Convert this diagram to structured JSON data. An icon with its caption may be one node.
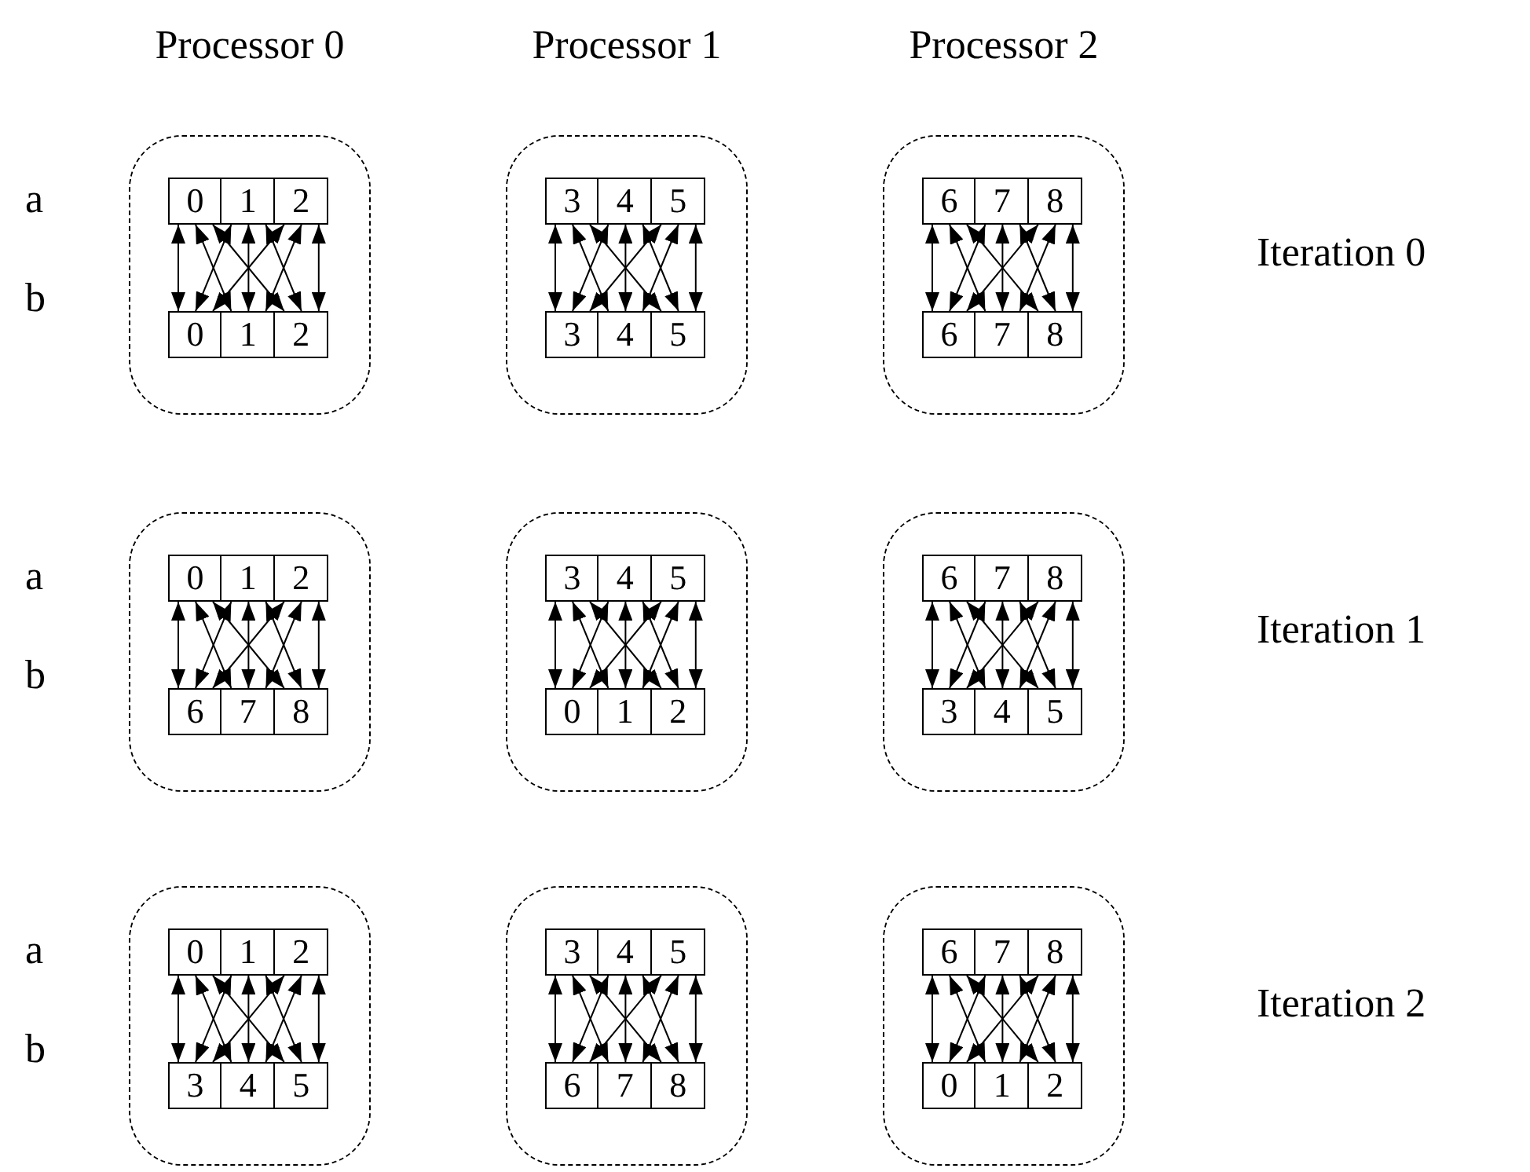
{
  "diagram": {
    "nodes": [
      {
        "text": [],
        "shape": "box"
      },
      {
        "text": [
          "0"
        ],
        "in": 0
      },
      {
        "text": [
          "1"
        ],
        "in": 0
      },
      {
        "text": [
          "2"
        ],
        "in": 0
      },
      {
        "text": [
          "0"
        ],
        "in": 0
      },
      {
        "text": [
          "1"
        ],
        "in": 0
      },
      {
        "text": [
          "2"
        ],
        "in": 0
      },
      {
        "text": [],
        "shape": "box"
      },
      {
        "text": [
          "3"
        ],
        "in": 7
      },
      {
        "text": [
          "4"
        ],
        "in": 7
      },
      {
        "text": [
          "5"
        ],
        "in": 7
      },
      {
        "text": [
          "3"
        ],
        "in": 7
      },
      {
        "text": [
          "4"
        ],
        "in": 7
      },
      {
        "text": [
          "5"
        ],
        "in": 7
      },
      {
        "text": [],
        "shape": "box"
      },
      {
        "text": [
          "6"
        ],
        "in": 14
      },
      {
        "text": [
          "7"
        ],
        "in": 14
      },
      {
        "text": [
          "8"
        ],
        "in": 14
      },
      {
        "text": [
          "6"
        ],
        "in": 14
      },
      {
        "text": [
          "7"
        ],
        "in": 14
      },
      {
        "text": [
          "8"
        ],
        "in": 14
      },
      {
        "text": [],
        "shape": "box"
      },
      {
        "text": [
          "0"
        ],
        "in": 21
      },
      {
        "text": [
          "1"
        ],
        "in": 21
      },
      {
        "text": [
          "2"
        ],
        "in": 21
      },
      {
        "text": [
          "6"
        ],
        "in": 21
      },
      {
        "text": [
          "7"
        ],
        "in": 21
      },
      {
        "text": [
          "8"
        ],
        "in": 21
      },
      {
        "text": [],
        "shape": "box"
      },
      {
        "text": [
          "3"
        ],
        "in": 28
      },
      {
        "text": [
          "4"
        ],
        "in": 28
      },
      {
        "text": [
          "5"
        ],
        "in": 28
      },
      {
        "text": [
          "0"
        ],
        "in": 28
      },
      {
        "text": [
          "1"
        ],
        "in": 28
      },
      {
        "text": [
          "2"
        ],
        "in": 28
      },
      {
        "text": [],
        "shape": "box"
      },
      {
        "text": [
          "6"
        ],
        "in": 35
      },
      {
        "text": [
          "7"
        ],
        "in": 35
      },
      {
        "text": [
          "8"
        ],
        "in": 35
      },
      {
        "text": [
          "3"
        ],
        "in": 35
      },
      {
        "text": [
          "4"
        ],
        "in": 35
      },
      {
        "text": [
          "5"
        ],
        "in": 35
      },
      {
        "text": [],
        "shape": "box"
      },
      {
        "text": [
          "0"
        ],
        "in": 42
      },
      {
        "text": [
          "1"
        ],
        "in": 42
      },
      {
        "text": [
          "2"
        ],
        "in": 42
      },
      {
        "text": [
          "3"
        ],
        "in": 42
      },
      {
        "text": [
          "4"
        ],
        "in": 42
      },
      {
        "text": [
          "5"
        ],
        "in": 42
      },
      {
        "text": [],
        "shape": "box"
      },
      {
        "text": [
          "3"
        ],
        "in": 49
      },
      {
        "text": [
          "4"
        ],
        "in": 49
      },
      {
        "text": [
          "5"
        ],
        "in": 49
      },
      {
        "text": [
          "6"
        ],
        "in": 49
      },
      {
        "text": [
          "7"
        ],
        "in": 49
      },
      {
        "text": [
          "8"
        ],
        "in": 49
      },
      {
        "text": [],
        "shape": "box"
      },
      {
        "text": [
          "6"
        ],
        "in": 56
      },
      {
        "text": [
          "7"
        ],
        "in": 56
      },
      {
        "text": [
          "8"
        ],
        "in": 56
      },
      {
        "text": [
          "0"
        ],
        "in": 56
      },
      {
        "text": [
          "1"
        ],
        "in": 56
      },
      {
        "text": [
          "2"
        ],
        "in": 56
      }
    ],
    "edges": [
      {
        "from": 1,
        "to": 4,
        "arrow": "both"
      },
      {
        "from": 1,
        "to": 5,
        "arrow": "both"
      },
      {
        "from": 1,
        "to": 6,
        "arrow": "both"
      },
      {
        "from": 2,
        "to": 4,
        "arrow": "both"
      },
      {
        "from": 2,
        "to": 5,
        "arrow": "both"
      },
      {
        "from": 2,
        "to": 6,
        "arrow": "both"
      },
      {
        "from": 3,
        "to": 4,
        "arrow": "both"
      },
      {
        "from": 3,
        "to": 5,
        "arrow": "both"
      },
      {
        "from": 3,
        "to": 6,
        "arrow": "both"
      },
      {
        "from": 8,
        "to": 11,
        "arrow": "both"
      },
      {
        "from": 8,
        "to": 12,
        "arrow": "both"
      },
      {
        "from": 8,
        "to": 13,
        "arrow": "both"
      },
      {
        "from": 9,
        "to": 11,
        "arrow": "both"
      },
      {
        "from": 9,
        "to": 12,
        "arrow": "both"
      },
      {
        "from": 9,
        "to": 13,
        "arrow": "both"
      },
      {
        "from": 10,
        "to": 11,
        "arrow": "both"
      },
      {
        "from": 10,
        "to": 12,
        "arrow": "both"
      },
      {
        "from": 10,
        "to": 13,
        "arrow": "both"
      },
      {
        "from": 15,
        "to": 18,
        "arrow": "both"
      },
      {
        "from": 15,
        "to": 19,
        "arrow": "both"
      },
      {
        "from": 15,
        "to": 20,
        "arrow": "both"
      },
      {
        "from": 16,
        "to": 18,
        "arrow": "both"
      },
      {
        "from": 16,
        "to": 19,
        "arrow": "both"
      },
      {
        "from": 16,
        "to": 20,
        "arrow": "both"
      },
      {
        "from": 17,
        "to": 18,
        "arrow": "both"
      },
      {
        "from": 17,
        "to": 19,
        "arrow": "both"
      },
      {
        "from": 17,
        "to": 20,
        "arrow": "both"
      },
      {
        "from": 22,
        "to": 25,
        "arrow": "both"
      },
      {
        "from": 22,
        "to": 26,
        "arrow": "both"
      },
      {
        "from": 22,
        "to": 27,
        "arrow": "both"
      },
      {
        "from": 23,
        "to": 25,
        "arrow": "both"
      },
      {
        "from": 23,
        "to": 26,
        "arrow": "both"
      },
      {
        "from": 23,
        "to": 27,
        "arrow": "both"
      },
      {
        "from": 24,
        "to": 25,
        "arrow": "both"
      },
      {
        "from": 24,
        "to": 26,
        "arrow": "both"
      },
      {
        "from": 24,
        "to": 27,
        "arrow": "both"
      },
      {
        "from": 29,
        "to": 32,
        "arrow": "both"
      },
      {
        "from": 29,
        "to": 33,
        "arrow": "both"
      },
      {
        "from": 29,
        "to": 34,
        "arrow": "both"
      },
      {
        "from": 30,
        "to": 32,
        "arrow": "both"
      },
      {
        "from": 30,
        "to": 33,
        "arrow": "both"
      },
      {
        "from": 30,
        "to": 34,
        "arrow": "both"
      },
      {
        "from": 31,
        "to": 32,
        "arrow": "both"
      },
      {
        "from": 31,
        "to": 33,
        "arrow": "both"
      },
      {
        "from": 31,
        "to": 34,
        "arrow": "both"
      },
      {
        "from": 36,
        "to": 39,
        "arrow": "both"
      },
      {
        "from": 36,
        "to": 40,
        "arrow": "both"
      },
      {
        "from": 36,
        "to": 41,
        "arrow": "both"
      },
      {
        "from": 37,
        "to": 39,
        "arrow": "both"
      },
      {
        "from": 37,
        "to": 40,
        "arrow": "both"
      },
      {
        "from": 37,
        "to": 41,
        "arrow": "both"
      },
      {
        "from": 38,
        "to": 39,
        "arrow": "both"
      },
      {
        "from": 38,
        "to": 40,
        "arrow": "both"
      },
      {
        "from": 38,
        "to": 41,
        "arrow": "both"
      },
      {
        "from": 43,
        "to": 46,
        "arrow": "both"
      },
      {
        "from": 43,
        "to": 47,
        "arrow": "both"
      },
      {
        "from": 43,
        "to": 48,
        "arrow": "both"
      },
      {
        "from": 44,
        "to": 46,
        "arrow": "both"
      },
      {
        "from": 44,
        "to": 47,
        "arrow": "both"
      },
      {
        "from": 44,
        "to": 48,
        "arrow": "both"
      },
      {
        "from": 45,
        "to": 46,
        "arrow": "both"
      },
      {
        "from": 45,
        "to": 47,
        "arrow": "both"
      },
      {
        "from": 45,
        "to": 48,
        "arrow": "both"
      },
      {
        "from": 50,
        "to": 53,
        "arrow": "both"
      },
      {
        "from": 50,
        "to": 54,
        "arrow": "both"
      },
      {
        "from": 50,
        "to": 55,
        "arrow": "both"
      },
      {
        "from": 51,
        "to": 53,
        "arrow": "both"
      },
      {
        "from": 51,
        "to": 54,
        "arrow": "both"
      },
      {
        "from": 51,
        "to": 55,
        "arrow": "both"
      },
      {
        "from": 52,
        "to": 53,
        "arrow": "both"
      },
      {
        "from": 52,
        "to": 54,
        "arrow": "both"
      },
      {
        "from": 52,
        "to": 55,
        "arrow": "both"
      },
      {
        "from": 57,
        "to": 60,
        "arrow": "both"
      },
      {
        "from": 57,
        "to": 61,
        "arrow": "both"
      },
      {
        "from": 57,
        "to": 62,
        "arrow": "both"
      },
      {
        "from": 58,
        "to": 60,
        "arrow": "both"
      },
      {
        "from": 58,
        "to": 61,
        "arrow": "both"
      },
      {
        "from": 58,
        "to": 62,
        "arrow": "both"
      },
      {
        "from": 59,
        "to": 60,
        "arrow": "both"
      },
      {
        "from": 59,
        "to": 61,
        "arrow": "both"
      },
      {
        "from": 59,
        "to": 62,
        "arrow": "both"
      }
    ],
    "labels": [
      "Processor 0",
      "Processor 1",
      "Processor 2",
      "a",
      "b",
      "Iteration 0",
      "a",
      "b",
      "Iteration 1",
      "a",
      "b",
      "Iteration 2"
    ]
  }
}
